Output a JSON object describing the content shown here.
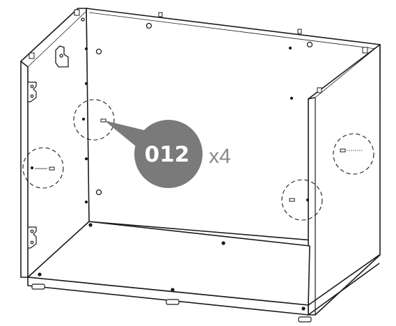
{
  "callout": {
    "part_number": "012",
    "quantity": "x4",
    "badge_color": "#7a7a7a",
    "qty_color": "#8a8a8a"
  },
  "drawing": {
    "line_color": "#1a1a1a",
    "highlight_circle_count": 4
  }
}
